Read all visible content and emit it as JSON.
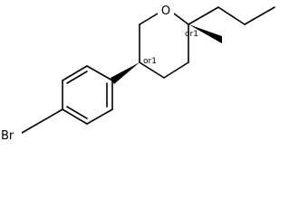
{
  "molecule": {
    "atoms": {
      "oxygen": "O",
      "bromine": "Br"
    },
    "stereo_labels": {
      "c2": "or1",
      "c5": "or1"
    },
    "colors": {
      "bond": "#000000",
      "background": "#ffffff"
    }
  }
}
